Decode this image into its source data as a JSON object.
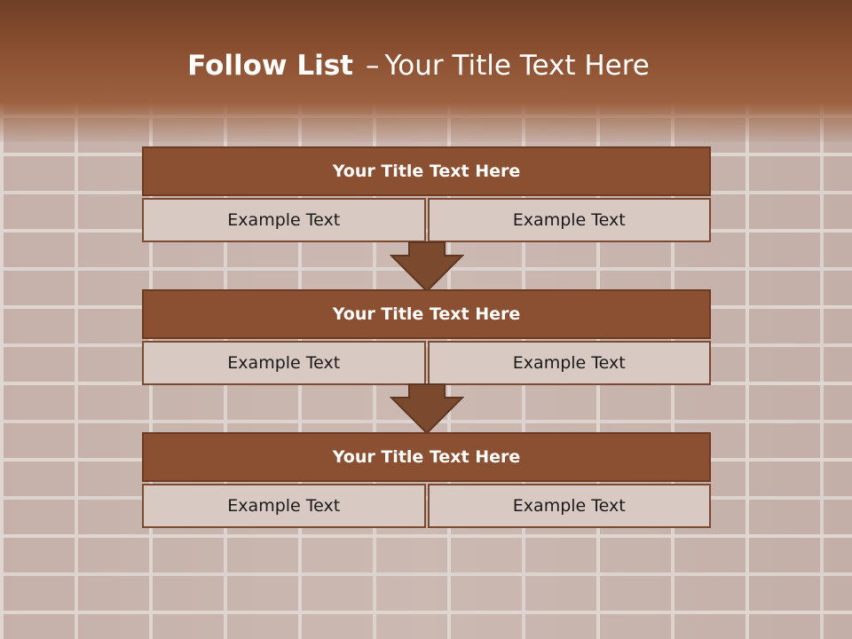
{
  "title": {
    "main": "Follow List",
    "dash": "–",
    "sub": "Your Title Text Here"
  },
  "groups": [
    {
      "title": "Your Title Text Here",
      "left": "Example Text",
      "right": "Example Text"
    },
    {
      "title": "Your Title Text Here",
      "left": "Example Text",
      "right": "Example Text"
    },
    {
      "title": "Your Title Text Here",
      "left": "Example Text",
      "right": "Example Text"
    }
  ],
  "colors": {
    "header": "#8b5032",
    "cell": "#d8c9c3",
    "arrow": "#7b4a2e",
    "background": "#a3877c"
  }
}
